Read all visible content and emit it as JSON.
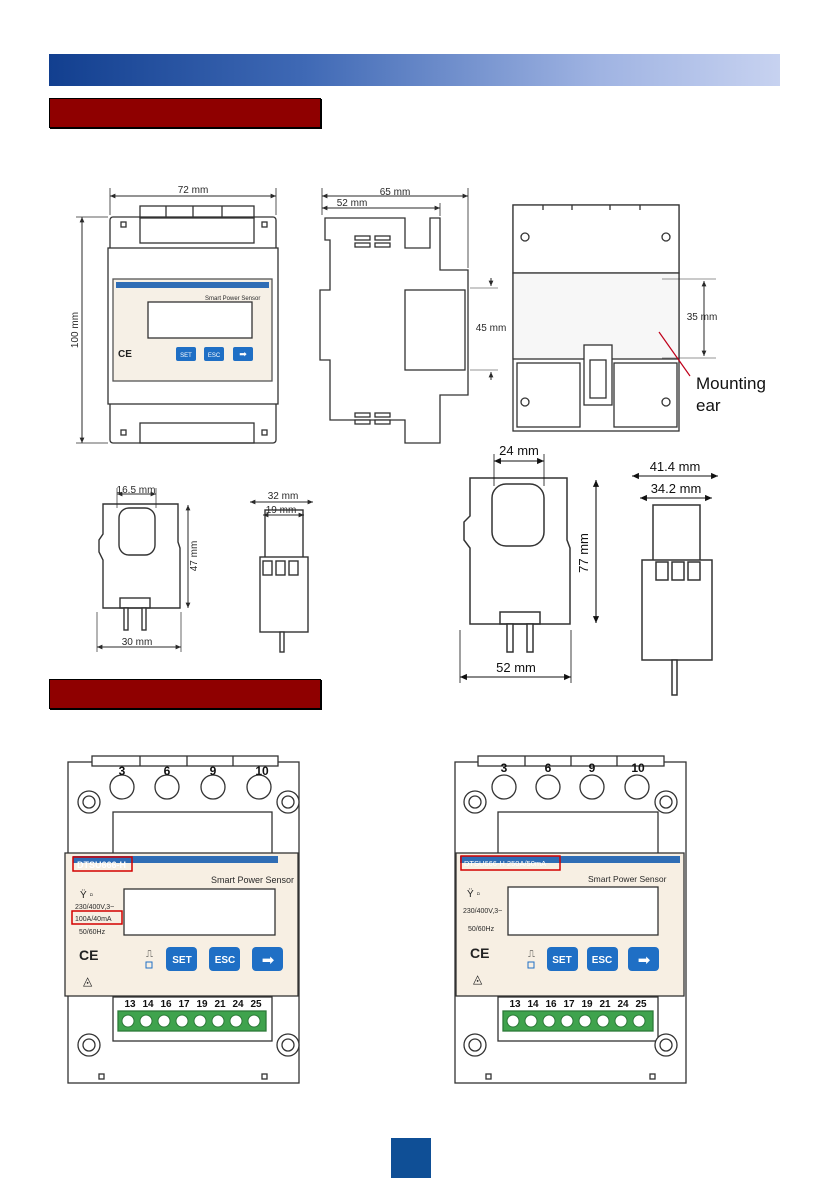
{
  "colors": {
    "header_start": "#123f8f",
    "header_end": "#c7d2f0",
    "section": "#8f0000",
    "page_badge": "#0f4f96",
    "terminal_green": "#3fa34d",
    "button_blue": "#1f6fc5"
  },
  "meter": {
    "width": "72 mm",
    "height": "100 mm",
    "depth_total": "65 mm",
    "depth_inner": "52 mm",
    "side_rail": "45 mm",
    "ear_gap": "35 mm",
    "mounting_label": [
      "Mounting",
      "ear"
    ],
    "brand": "Smart Power Sensor",
    "buttons": [
      "SET",
      "ESC"
    ]
  },
  "ct_small": {
    "jaw": "16.5 mm",
    "height": "47 mm",
    "width": "30 mm",
    "side_total": "32 mm",
    "side_inner": "19 mm"
  },
  "ct_large": {
    "jaw": "24 mm",
    "height": "77 mm",
    "width": "52 mm",
    "side_total": "41.4 mm",
    "side_inner": "34.2 mm"
  },
  "front_left": {
    "model": "DTSU666-H",
    "spec_voltage": "230/400V,3~",
    "spec_current": "100A/40mA",
    "spec_freq": "50/60Hz",
    "brand": "Smart Power Sensor",
    "buttons": [
      "SET",
      "ESC"
    ],
    "top_terminals": [
      "3",
      "6",
      "9",
      "10"
    ],
    "bottom_terminals": [
      "13",
      "14",
      "16",
      "17",
      "19",
      "21",
      "24",
      "25"
    ]
  },
  "front_right": {
    "model": "DTSU666-H 250A/50mA",
    "spec_voltage": "230/400V,3~",
    "spec_freq": "50/60Hz",
    "brand": "Smart Power Sensor",
    "buttons": [
      "SET",
      "ESC"
    ],
    "top_terminals": [
      "3",
      "6",
      "9",
      "10"
    ],
    "bottom_terminals": [
      "13",
      "14",
      "16",
      "17",
      "19",
      "21",
      "24",
      "25"
    ]
  }
}
